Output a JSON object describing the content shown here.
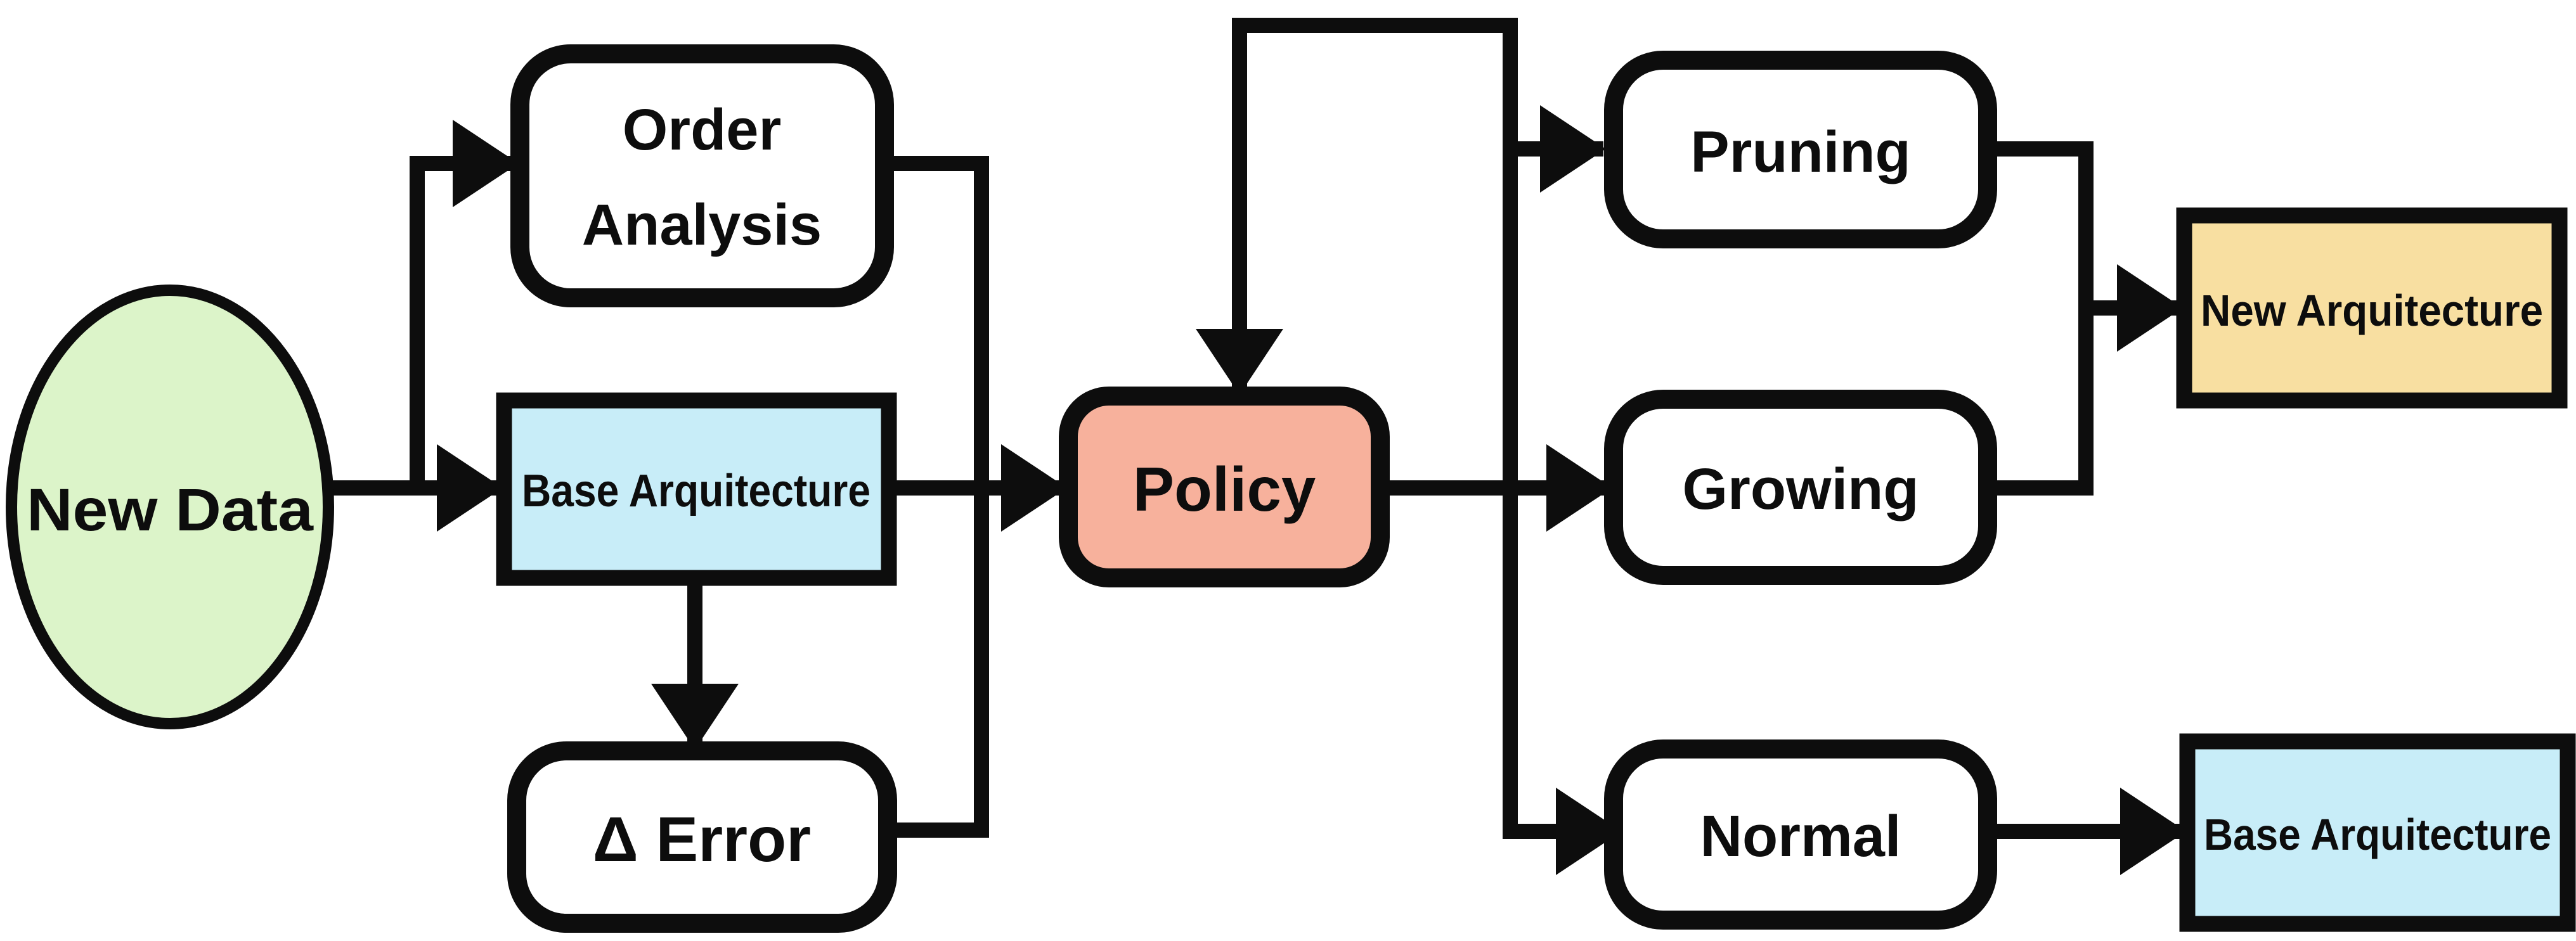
{
  "background_color": "#ffffff",
  "line_color": "#0d0d0d",
  "diagram": {
    "description": "Neural architecture adaptation flowchart",
    "nodes": {
      "new_data": {
        "label": "New Data",
        "shape": "ellipse",
        "fill": "#dcf4c9"
      },
      "order_analysis": {
        "label": "Order Analysis",
        "lines": [
          "Order",
          "Analysis"
        ],
        "shape": "rounded",
        "fill": "#ffffff"
      },
      "base_arquitecture": {
        "label": "Base Arquitecture",
        "shape": "rect",
        "fill": "#c8edf8"
      },
      "delta_error": {
        "label": "Δ Error",
        "shape": "rounded",
        "fill": "#ffffff"
      },
      "policy": {
        "label": "Policy",
        "shape": "rounded",
        "fill": "#f7b19c"
      },
      "pruning": {
        "label": "Pruning",
        "shape": "rounded",
        "fill": "#ffffff"
      },
      "growing": {
        "label": "Growing",
        "shape": "rounded",
        "fill": "#ffffff"
      },
      "normal": {
        "label": "Normal",
        "shape": "rounded",
        "fill": "#ffffff"
      },
      "new_arquitecture": {
        "label": "New Arquitecture",
        "shape": "rect",
        "fill": "#f8dfa1"
      },
      "base_arquitecture_result": {
        "label": "Base Arquitecture",
        "shape": "rect",
        "fill": "#c8edf8"
      }
    },
    "edges": [
      "new_data -> base_arquitecture",
      "new_data -> order_analysis",
      "base_arquitecture -> delta_error",
      "order_analysis -> policy",
      "base_arquitecture -> policy",
      "delta_error -> policy",
      "policy -> policy (feedback loop)",
      "policy -> pruning",
      "policy -> growing",
      "policy -> normal",
      "pruning -> new_arquitecture",
      "growing -> new_arquitecture",
      "normal -> base_arquitecture_result"
    ]
  }
}
